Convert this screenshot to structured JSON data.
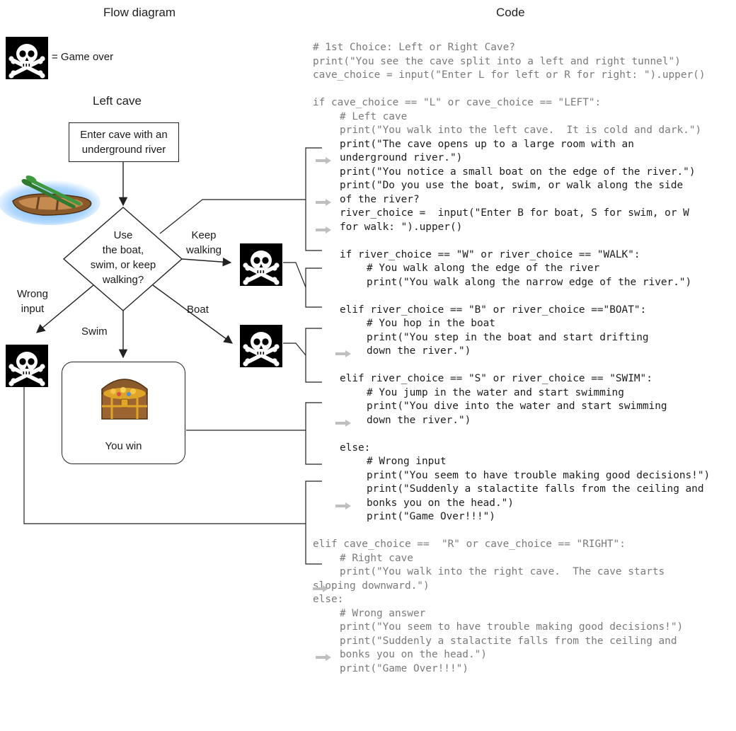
{
  "headings": {
    "flow": "Flow diagram",
    "code": "Code"
  },
  "legend": {
    "text": "= Game over"
  },
  "flow": {
    "section_title": "Left cave",
    "start_box": [
      "Enter cave with an",
      "underground river"
    ],
    "decision": [
      "Use",
      "the boat,",
      "swim, or keep",
      "walking?"
    ],
    "keep_walking_label": [
      "Keep",
      "walking"
    ],
    "boat_label": "Boat",
    "swim_label": "Swim",
    "wrong_input_label": [
      "Wrong",
      "input"
    ],
    "win_label": "You win"
  },
  "code_lines": [
    {
      "text": "# 1st Choice: Left or Right Cave?",
      "indent": 0,
      "tone": "gray"
    },
    {
      "text": "print(\"You see the cave split into a left and right tunnel\")",
      "indent": 0,
      "tone": "gray"
    },
    {
      "text": "cave_choice = input(\"Enter L for left or R for right: \").upper()",
      "indent": 0,
      "tone": "gray"
    },
    {
      "text": "",
      "indent": 0,
      "tone": "gray"
    },
    {
      "text": "if cave_choice == \"L\" or cave_choice == \"LEFT\":",
      "indent": 0,
      "tone": "gray"
    },
    {
      "text": "# Left cave",
      "indent": 1,
      "tone": "gray"
    },
    {
      "text": "print(\"You walk into the left cave.  It is cold and dark.\")",
      "indent": 1,
      "tone": "gray"
    },
    {
      "text": "print(\"The cave opens up to a large room with an",
      "indent": 1,
      "tone": "dark"
    },
    {
      "text": "underground river.\")",
      "indent": 1,
      "tone": "dark",
      "wrap": true
    },
    {
      "text": "print(\"You notice a small boat on the edge of the river.\")",
      "indent": 1,
      "tone": "dark"
    },
    {
      "text": "print(\"Do you use the boat, swim, or walk along the side",
      "indent": 1,
      "tone": "dark"
    },
    {
      "text": "of the river?",
      "indent": 1,
      "tone": "dark",
      "wrap": true
    },
    {
      "text": "river_choice =  input(\"Enter B for boat, S for swim, or W",
      "indent": 1,
      "tone": "dark"
    },
    {
      "text": "for walk: \").upper()",
      "indent": 1,
      "tone": "dark",
      "wrap": true
    },
    {
      "text": "",
      "indent": 0,
      "tone": "dark"
    },
    {
      "text": "if river_choice == \"W\" or river_choice == \"WALK\":",
      "indent": 1,
      "tone": "dark"
    },
    {
      "text": "# You walk along the edge of the river",
      "indent": 2,
      "tone": "dark"
    },
    {
      "text": "print(\"You walk along the narrow edge of the river.\")",
      "indent": 2,
      "tone": "dark"
    },
    {
      "text": "",
      "indent": 0,
      "tone": "dark"
    },
    {
      "text": "elif river_choice == \"B\" or river_choice ==\"BOAT\":",
      "indent": 1,
      "tone": "dark"
    },
    {
      "text": "# You hop in the boat",
      "indent": 2,
      "tone": "dark"
    },
    {
      "text": "print(\"You step in the boat and start drifting",
      "indent": 2,
      "tone": "dark"
    },
    {
      "text": "down the river.\")",
      "indent": 2,
      "tone": "dark",
      "wrap": true
    },
    {
      "text": "",
      "indent": 0,
      "tone": "dark"
    },
    {
      "text": "elif river_choice == \"S\" or river_choice == \"SWIM\":",
      "indent": 1,
      "tone": "dark"
    },
    {
      "text": "# You jump in the water and start swimming",
      "indent": 2,
      "tone": "dark"
    },
    {
      "text": "print(\"You dive into the water and start swimming",
      "indent": 2,
      "tone": "dark"
    },
    {
      "text": "down the river.\")",
      "indent": 2,
      "tone": "dark",
      "wrap": true
    },
    {
      "text": "",
      "indent": 0,
      "tone": "dark"
    },
    {
      "text": "else:",
      "indent": 1,
      "tone": "dark"
    },
    {
      "text": "# Wrong input",
      "indent": 2,
      "tone": "dark"
    },
    {
      "text": "print(\"You seem to have trouble making good decisions!\")",
      "indent": 2,
      "tone": "dark"
    },
    {
      "text": "print(\"Suddenly a stalactite falls from the ceiling and",
      "indent": 2,
      "tone": "dark"
    },
    {
      "text": "bonks you on the head.\")",
      "indent": 2,
      "tone": "dark",
      "wrap": true
    },
    {
      "text": "print(\"Game Over!!!\")",
      "indent": 2,
      "tone": "dark"
    },
    {
      "text": "",
      "indent": 0,
      "tone": "gray"
    },
    {
      "text": "elif cave_choice ==  \"R\" or cave_choice == \"RIGHT\":",
      "indent": 0,
      "tone": "gray"
    },
    {
      "text": "# Right cave",
      "indent": 1,
      "tone": "gray"
    },
    {
      "text": "print(\"You walk into the right cave.  The cave starts",
      "indent": 1,
      "tone": "gray"
    },
    {
      "text": "sloping downward.\")",
      "indent": 0,
      "tone": "gray",
      "wrap": true
    },
    {
      "text": "else:",
      "indent": 0,
      "tone": "gray"
    },
    {
      "text": "# Wrong answer",
      "indent": 1,
      "tone": "gray"
    },
    {
      "text": "print(\"You seem to have trouble making good decisions!\")",
      "indent": 1,
      "tone": "gray"
    },
    {
      "text": "print(\"Suddenly a stalactite falls from the ceiling and",
      "indent": 1,
      "tone": "gray"
    },
    {
      "text": "bonks you on the head.\")",
      "indent": 1,
      "tone": "gray",
      "wrap": true
    },
    {
      "text": "print(\"Game Over!!!\")",
      "indent": 1,
      "tone": "gray"
    }
  ],
  "colors": {
    "code_gray": "#7a7a7a",
    "code_dark": "#1c1c1c",
    "line": "#222222",
    "arrow_marker": "#bfbfbf",
    "boat_glow": "#4da6ff",
    "chest_gold": "#e0a526",
    "chest_wood": "#8a5a2b"
  },
  "icons": {
    "game_over": "skull-crossbones-icon",
    "boat": "rowboat-illustration",
    "treasure": "treasure-chest-illustration",
    "continuation": "wrap-arrow-icon"
  }
}
